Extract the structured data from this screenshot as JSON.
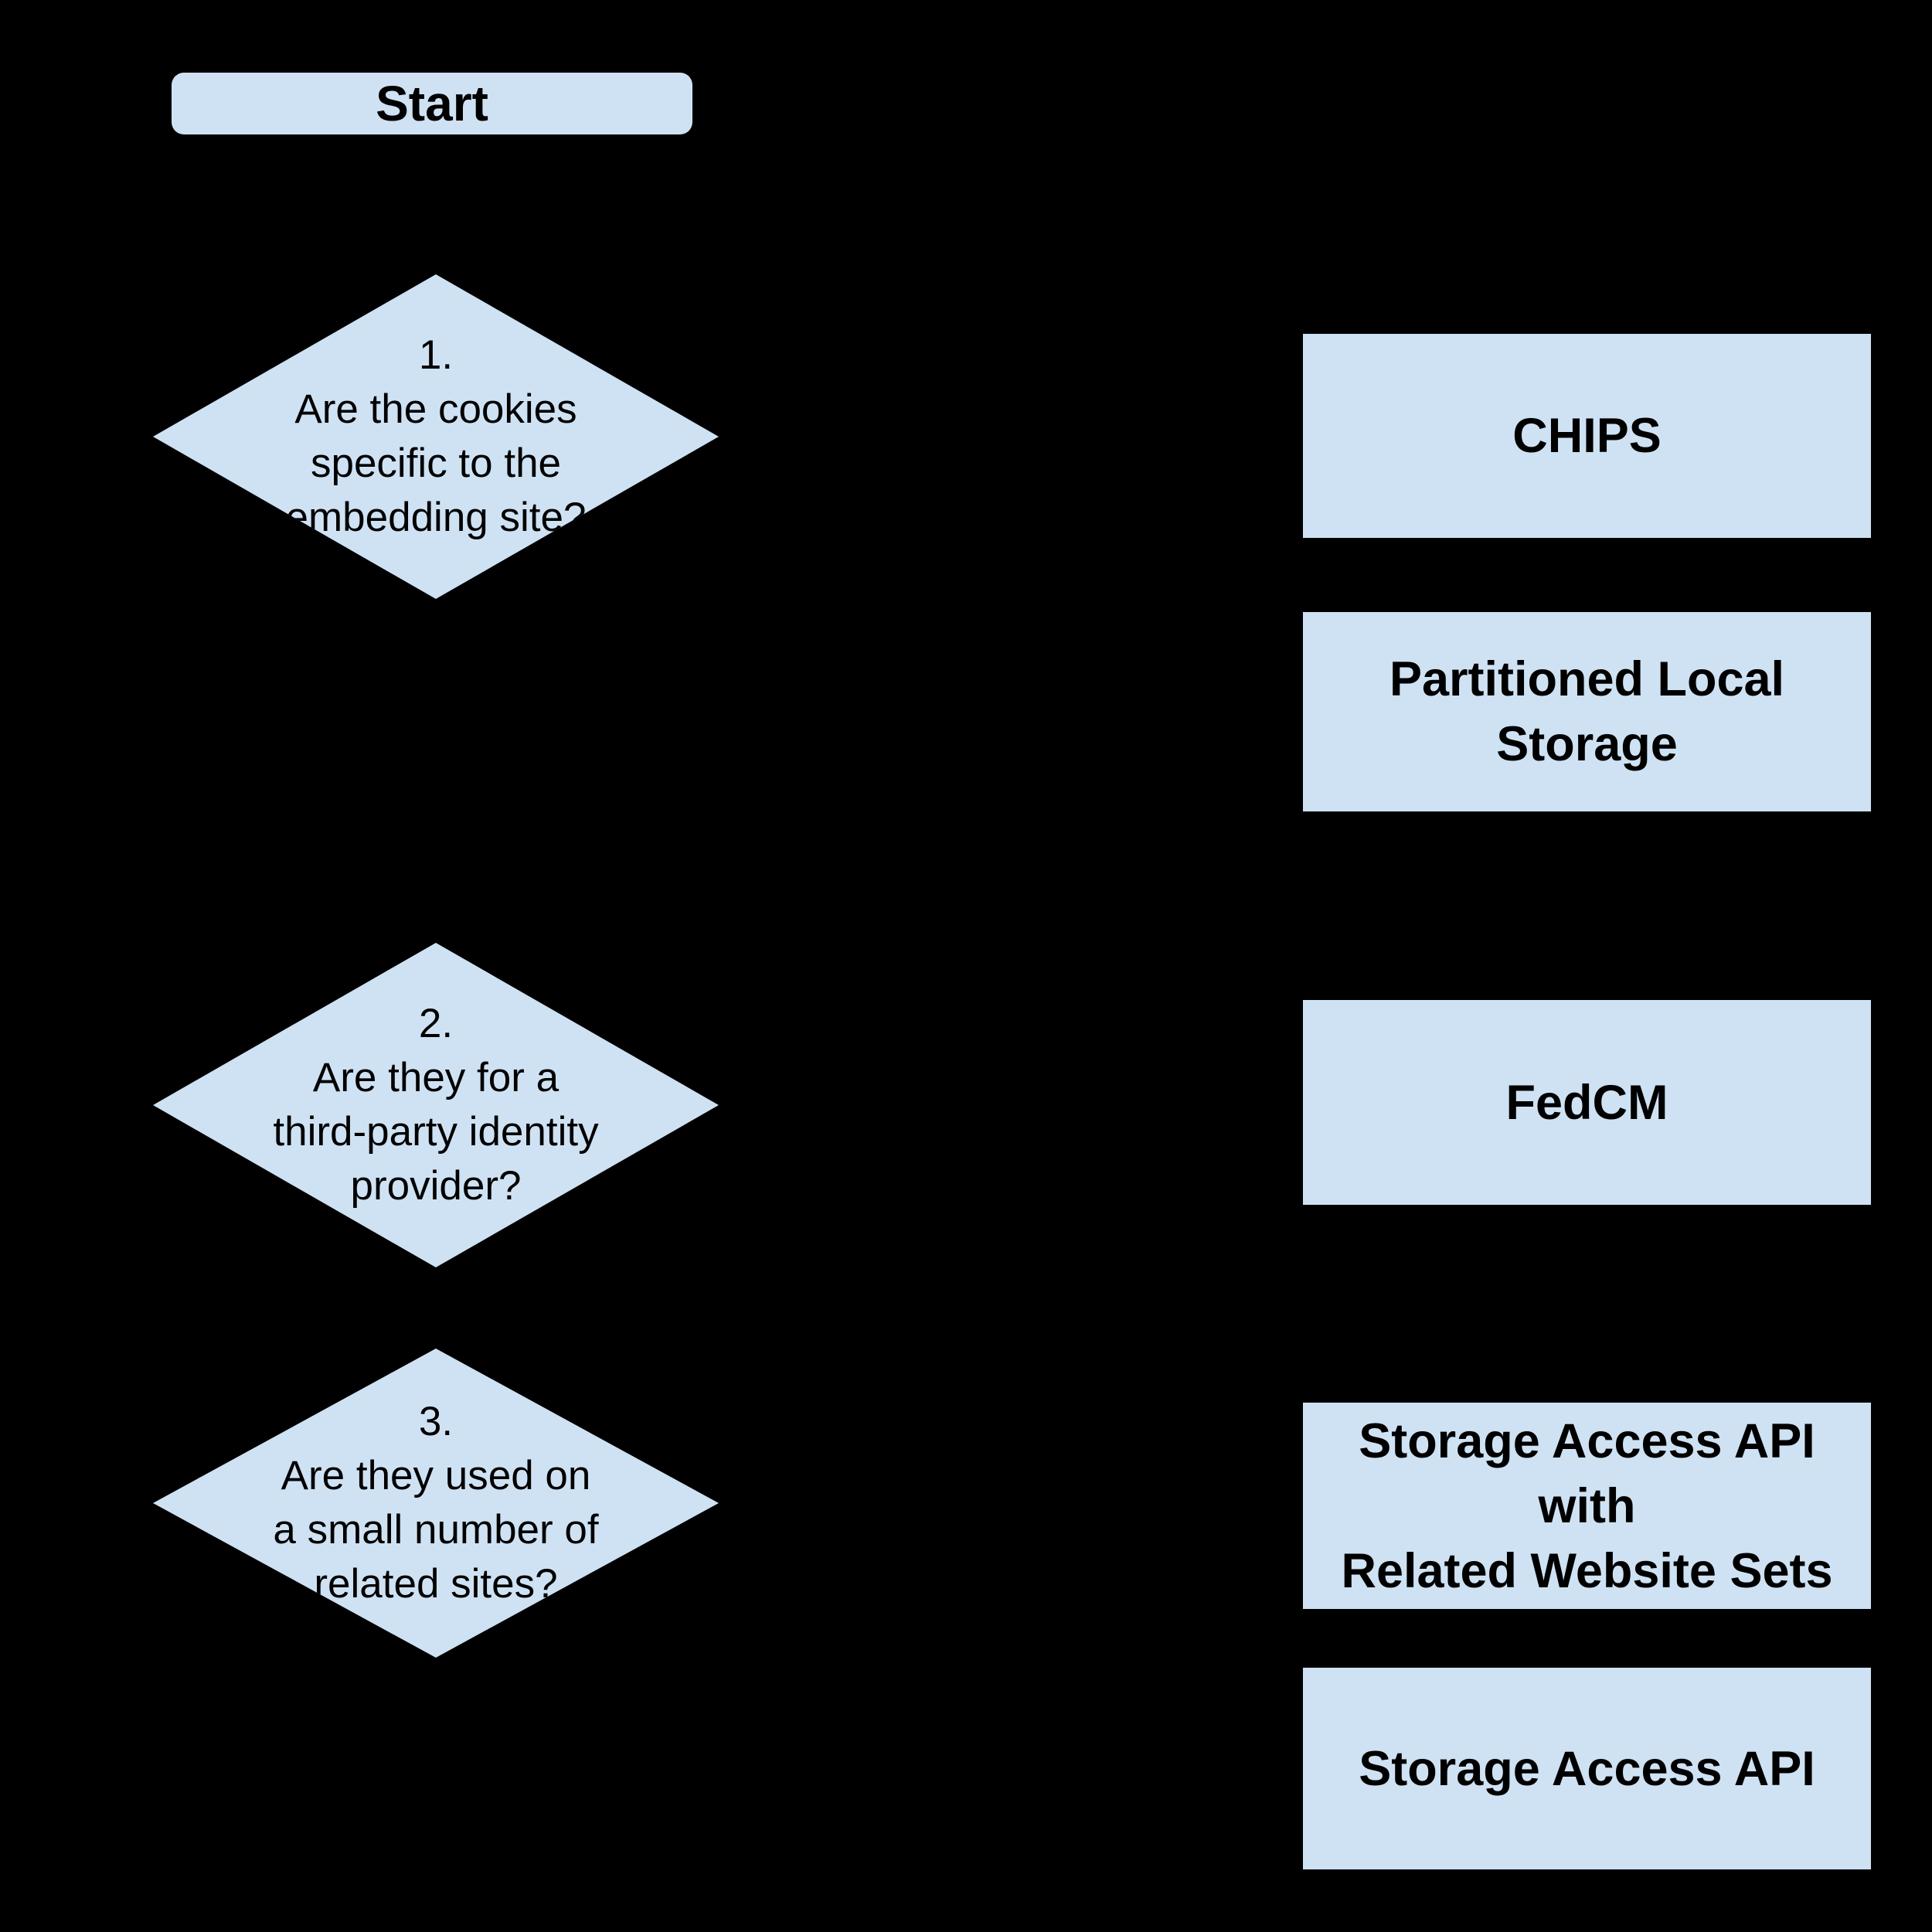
{
  "canvas": {
    "background_color": "#000000",
    "node_fill_color": "#cfe2f3",
    "text_color": "#000000"
  },
  "flowchart": {
    "start": {
      "label": "Start"
    },
    "decisions": [
      {
        "id": "1",
        "lines": [
          "1.",
          "Are the cookies",
          "specific to the",
          "embedding site?"
        ]
      },
      {
        "id": "2",
        "lines": [
          "2.",
          "Are they for a",
          "third-party identity",
          "provider?"
        ]
      },
      {
        "id": "3",
        "lines": [
          "3.",
          "Are they used on",
          "a small number of",
          "related sites?"
        ]
      }
    ],
    "outcomes": [
      {
        "id": "chips",
        "label": "CHIPS",
        "lines": [
          "CHIPS"
        ]
      },
      {
        "id": "partitioned-local-storage",
        "label": "Partitioned Local Storage",
        "lines": [
          "Partitioned Local",
          "Storage"
        ]
      },
      {
        "id": "fedcm",
        "label": "FedCM",
        "lines": [
          "FedCM"
        ]
      },
      {
        "id": "storage-access-api-with-related-website-sets",
        "label": "Storage Access API with Related Website Sets",
        "lines": [
          "Storage Access API",
          "with",
          "Related Website Sets"
        ]
      },
      {
        "id": "storage-access-api",
        "label": "Storage Access API",
        "lines": [
          "Storage Access API"
        ]
      }
    ]
  }
}
